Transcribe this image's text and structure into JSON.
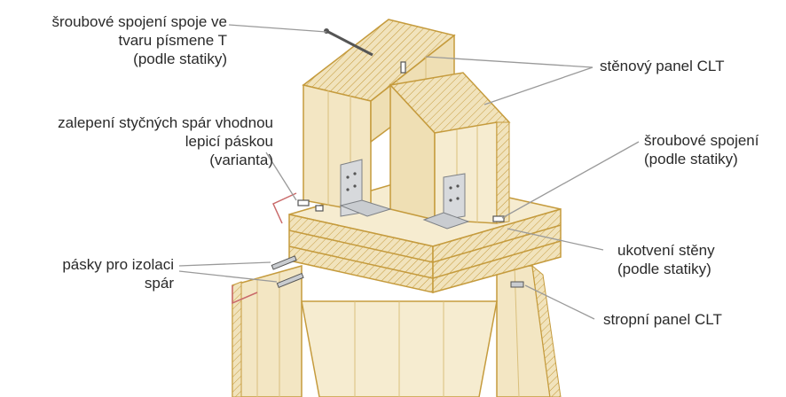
{
  "colors": {
    "wood": "#f1e3bc",
    "wood_dark": "#e3cc92",
    "outline": "#c59b3d",
    "leader": "#9a9a9a",
    "tape": "#c96a6a",
    "metal": "#d7d9dc"
  },
  "labels": {
    "t_joint": "šroubové spojení spoje ve\ntvaru písmene T\n(podle statiky)",
    "tape_glue": "zalepení styčných spár vhodnou\nlepicí páskou\n(varianta)",
    "insulation": "pásky pro izolaci\nspár",
    "wall_panel": "stěnový panel CLT",
    "screw_joint": "šroubové spojení\n(podle statiky)",
    "anchor": "ukotvení stěny\n(podle statiky)",
    "floor_panel": "stropní panel CLT"
  }
}
